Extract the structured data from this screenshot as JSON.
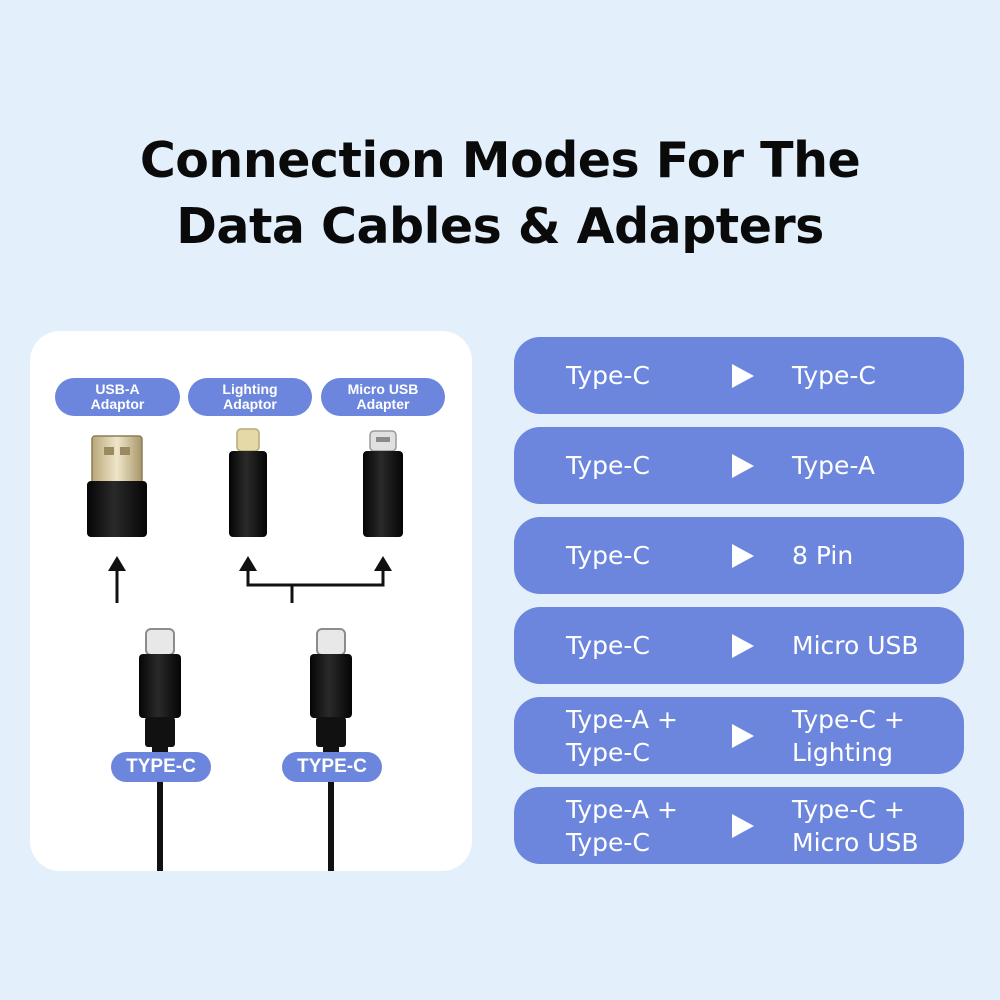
{
  "title": {
    "line1": "Connection Modes For The",
    "line2": "Data Cables & Adapters"
  },
  "diagram": {
    "adapters": [
      {
        "line1": "USB-A",
        "line2": "Adaptor"
      },
      {
        "line1": "Lighting",
        "line2": "Adaptor"
      },
      {
        "line1": "Micro USB",
        "line2": "Adapter"
      }
    ],
    "cables": [
      {
        "label": "TYPE-C"
      },
      {
        "label": "TYPE-C"
      }
    ]
  },
  "modes": [
    {
      "from": [
        "Type-C"
      ],
      "to": [
        "Type-C"
      ]
    },
    {
      "from": [
        "Type-C"
      ],
      "to": [
        "Type-A"
      ]
    },
    {
      "from": [
        "Type-C"
      ],
      "to": [
        "8 Pin"
      ]
    },
    {
      "from": [
        "Type-C"
      ],
      "to": [
        "Micro USB"
      ]
    },
    {
      "from": [
        "Type-A +",
        "Type-C"
      ],
      "to": [
        "Type-C +",
        "Lighting"
      ]
    },
    {
      "from": [
        "Type-A +",
        "Type-C"
      ],
      "to": [
        "Type-C +",
        "Micro USB"
      ]
    }
  ],
  "colors": {
    "background": "#e3f0fc",
    "accent": "#6d86dd",
    "panel": "#ffffff"
  }
}
